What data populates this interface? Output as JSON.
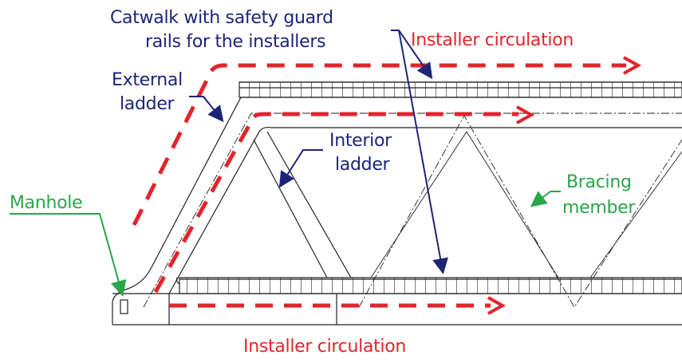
{
  "labels": {
    "catwalk_line1": "Catwalk with safety guard",
    "catwalk_line2": "rails for the installers",
    "installer_circulation_top": "Installer circulation",
    "installer_circulation_bottom": "Installer circulation",
    "external_ladder_line1": "External",
    "external_ladder_line2": "ladder",
    "interior_ladder_line1": "Interior",
    "interior_ladder_line2": "ladder",
    "bracing_line1": "Bracing",
    "bracing_line2": "member",
    "manhole": "Manhole"
  },
  "colors": {
    "navy": "#1d2478",
    "red": "#e3242b",
    "green": "#2aa548",
    "structure": "#222222"
  }
}
